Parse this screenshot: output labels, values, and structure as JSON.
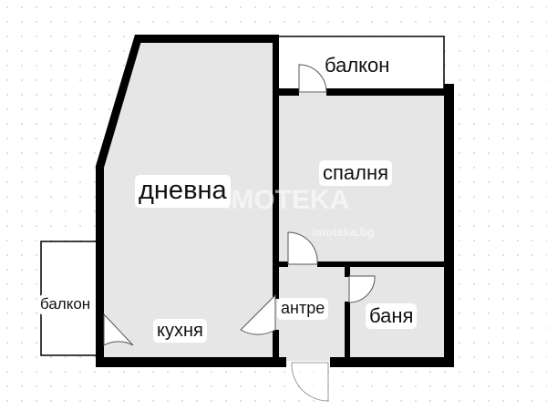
{
  "rooms": {
    "living": "дневна",
    "kitchen": "кухня",
    "bedroom": "спалня",
    "hall": "антре",
    "bathroom": "баня",
    "balcony_top": "балкон",
    "balcony_left": "балкон"
  },
  "watermark": {
    "brand": "IMOTEKA",
    "url": "imoteka.bg"
  },
  "colors": {
    "wall": "#000000",
    "floor": "#e6e6e6",
    "balcony": "#ffffff",
    "grid_dot": "#c8c8c8"
  }
}
